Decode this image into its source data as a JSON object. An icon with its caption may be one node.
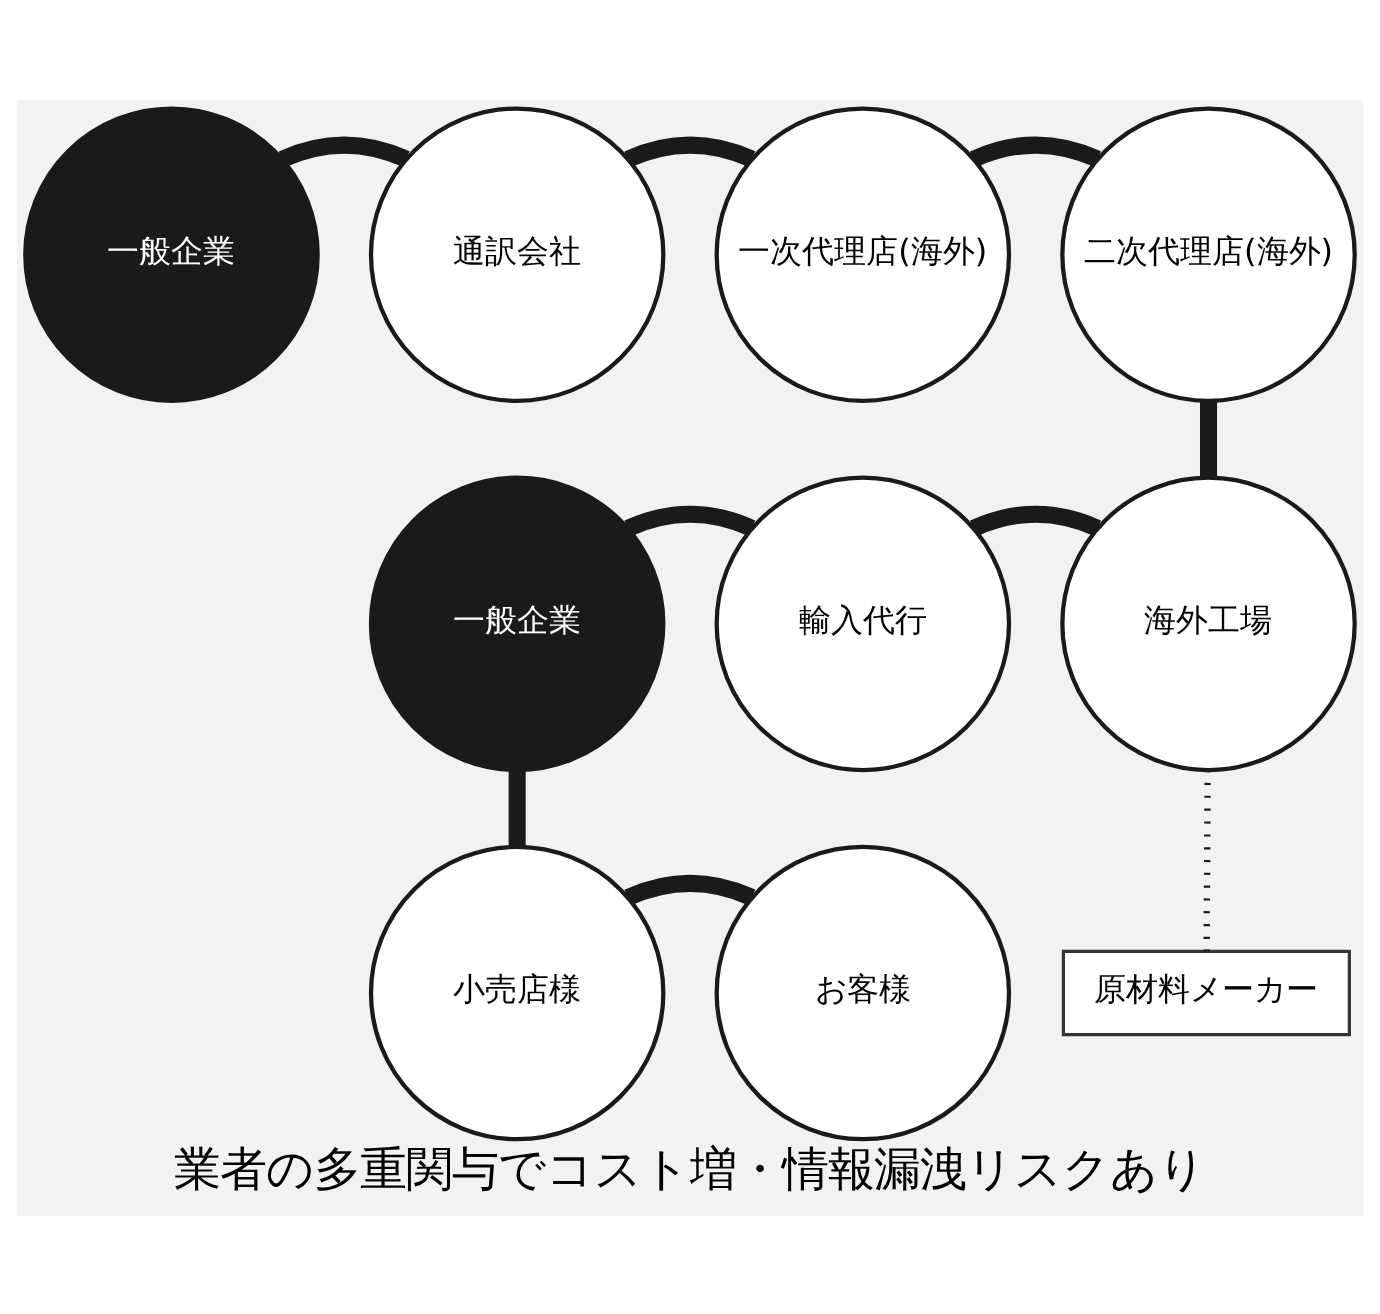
{
  "diagram": {
    "caption": "業者の多重関与でコスト増・情報漏洩リスクあり",
    "nodes": [
      {
        "text": [
          "一般企業"
        ]
      },
      {
        "text": [
          "通訳会社"
        ]
      },
      {
        "text": [
          "一次代理店(海外)"
        ]
      },
      {
        "text": [
          "二次代理店(海外)"
        ]
      },
      {
        "text": [
          "一般企業"
        ]
      },
      {
        "text": [
          "輸入代行"
        ]
      },
      {
        "text": [
          "海外工場"
        ]
      },
      {
        "text": [
          "小売店様"
        ]
      },
      {
        "text": [
          "お客様"
        ]
      },
      {
        "text": [
          "原材料メーカー"
        ]
      }
    ],
    "edges": [
      {
        "from": 0,
        "to": 1,
        "arrow": "none"
      },
      {
        "from": 1,
        "to": 2,
        "arrow": "none"
      },
      {
        "from": 2,
        "to": 3,
        "arrow": "none"
      },
      {
        "from": 3,
        "to": 6,
        "arrow": "none"
      },
      {
        "from": 4,
        "to": 5,
        "arrow": "none"
      },
      {
        "from": 5,
        "to": 6,
        "arrow": "none"
      },
      {
        "from": 4,
        "to": 7,
        "arrow": "none"
      },
      {
        "from": 7,
        "to": 8,
        "arrow": "none"
      },
      {
        "from": 6,
        "to": 9,
        "arrow": "none",
        "style": "dashed"
      }
    ]
  }
}
